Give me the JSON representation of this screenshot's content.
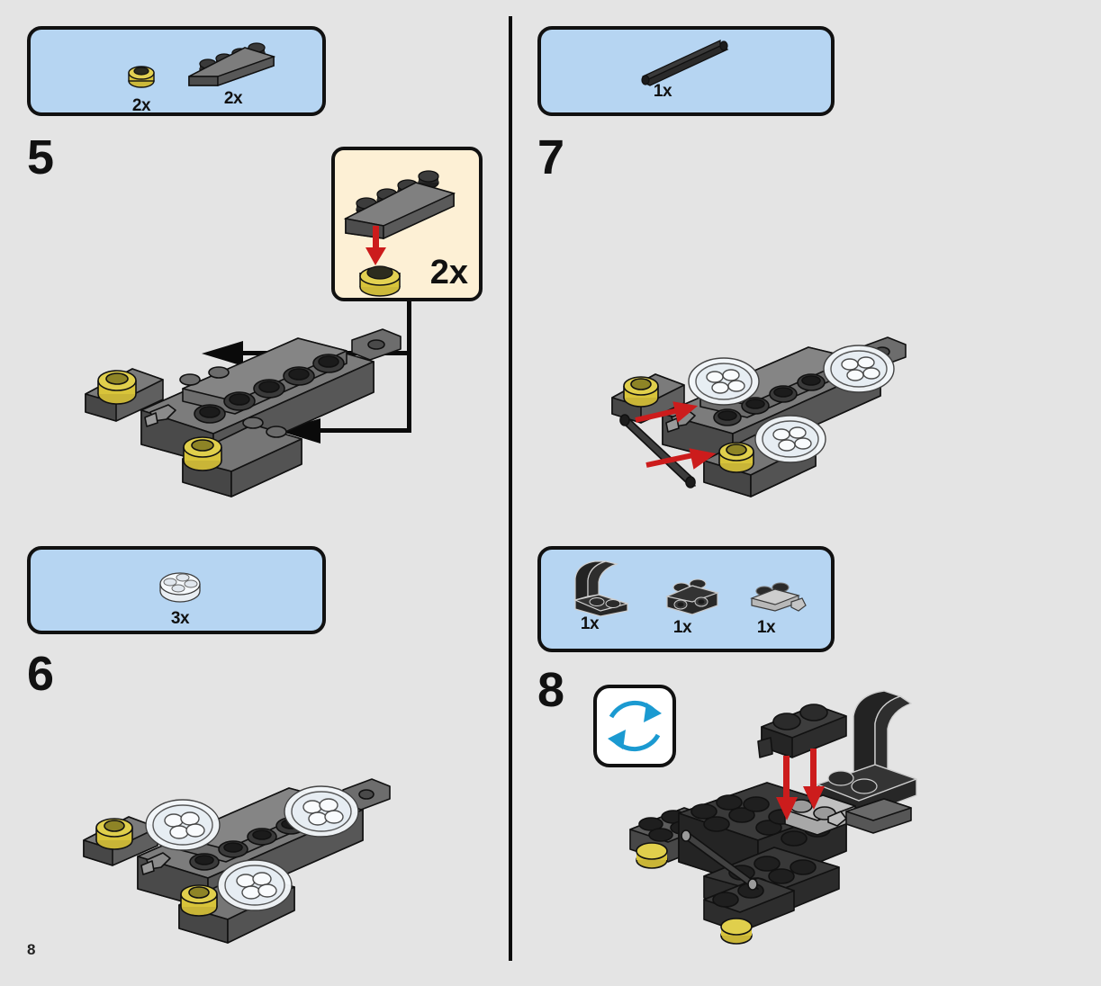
{
  "document": {
    "type": "lego-building-instructions",
    "page_number": "8"
  },
  "colors": {
    "background": "#e4e4e4",
    "parts_box_fill": "#b6d5f2",
    "parts_box_border": "#111111",
    "inset_box_fill": "#fdf0d5",
    "outline": "#0a0a0a",
    "arrow_red": "#cc1c1c",
    "rotate_arrow_blue": "#1b9ad1",
    "brick_black": "#2e2e2e",
    "brick_dark_gray": "#595959",
    "brick_light_gray": "#b9b9b9",
    "pearl_gold": "#d8c43a",
    "trans_clear": "#f2f2f2"
  },
  "columns": {
    "left": {
      "steps": [
        {
          "number": "5",
          "parts_box": {
            "name": "step-5-parts",
            "parts": [
              {
                "qty": "2x",
                "icon": "pearl-gold-round-plate-1x1"
              },
              {
                "qty": "2x",
                "icon": "black-plate-1x4"
              }
            ]
          },
          "inset": {
            "qty": "2x",
            "parts": [
              {
                "icon": "black-plate-1x4"
              },
              {
                "icon": "pearl-gold-round-plate-1x1"
              }
            ],
            "arrow": "red-down-arrow"
          },
          "assembly": {
            "name": "step-5-assembly",
            "description": "dark gray chassis frame with two pearl gold round plates",
            "arrows": [
              "black-callout-arrow-upper",
              "black-callout-arrow-lower"
            ]
          }
        },
        {
          "number": "6",
          "parts_box": {
            "name": "step-6-parts",
            "parts": [
              {
                "qty": "3x",
                "icon": "trans-clear-round-plate-2x2"
              }
            ]
          },
          "assembly": {
            "name": "step-6-assembly",
            "description": "chassis with three transparent round plates attached"
          }
        }
      ]
    },
    "right": {
      "steps": [
        {
          "number": "7",
          "parts_box": {
            "name": "step-7-parts",
            "parts": [
              {
                "qty": "1x",
                "icon": "black-technic-bar"
              }
            ]
          },
          "assembly": {
            "name": "step-7-assembly",
            "description": "chassis with transparent plates, black bar inserted",
            "arrows": [
              "red-arrow-upper",
              "red-arrow-lower"
            ]
          }
        },
        {
          "number": "8",
          "parts_box": {
            "name": "step-8-parts",
            "parts": [
              {
                "qty": "1x",
                "icon": "black-seat-2x2"
              },
              {
                "qty": "1x",
                "icon": "black-brick-1x2-studs-on-side"
              },
              {
                "qty": "1x",
                "icon": "light-gray-plate-1x2-with-clip"
              }
            ]
          },
          "rotate_icon": {
            "name": "rotate-model-icon",
            "label": "rotate"
          },
          "assembly": {
            "name": "step-8-assembly",
            "description": "rotated chassis with black seat attached and plate being added",
            "arrows": [
              "red-down-arrow-left",
              "red-down-arrow-right"
            ]
          }
        }
      ]
    }
  }
}
